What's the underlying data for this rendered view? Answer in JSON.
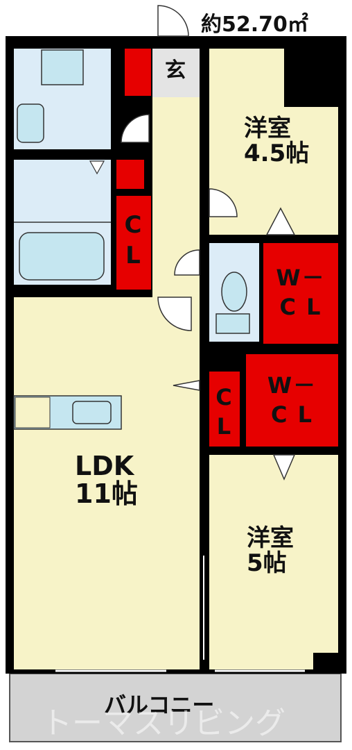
{
  "floor_area": "約52.70㎡",
  "rooms": {
    "entrance": "玄",
    "western_room_1": {
      "name": "洋室",
      "size": "4.5帖"
    },
    "ldk": {
      "name": "LDK",
      "size": "11帖"
    },
    "western_room_2": {
      "name": "洋室",
      "size": "5帖"
    },
    "closet_1": {
      "line1": "C",
      "line2": "L"
    },
    "closet_2": {
      "line1": "C",
      "line2": "L"
    },
    "walkin_1": {
      "line1": "W－",
      "line2": "C L"
    },
    "walkin_2": {
      "line1": "W－",
      "line2": "C L"
    },
    "balcony": "バルコニー"
  },
  "watermark": "トーマスリビング",
  "colors": {
    "wall": "#000000",
    "room_floor": "#f7f3c8",
    "wet_area": "#dcecf7",
    "storage": "#e60000",
    "balcony": "#d3d3d3"
  }
}
